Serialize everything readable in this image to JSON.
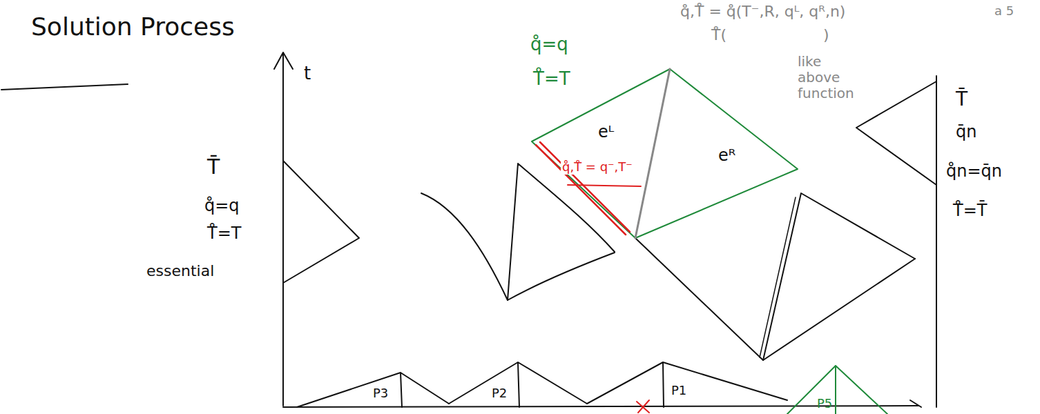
{
  "diagram": {
    "title": "Solution Process",
    "labels": [
      "t",
      "T̄",
      "q̊=q",
      "T̊=T",
      "essential",
      "q̊=q",
      "T̊=T",
      "eᴸ",
      "eᴿ",
      "q̊,T̊ = q⁻,T⁻",
      "q̊,T̊ = q̊(T⁻,R, qᴸ, qᴿ,n)",
      "T̊(                    )",
      "like above function",
      "a 5",
      "T̄",
      "q̄n",
      "q̊n=q̄n",
      "T̊=T̄",
      "P3",
      "P2",
      "P1",
      "P5"
    ]
  }
}
